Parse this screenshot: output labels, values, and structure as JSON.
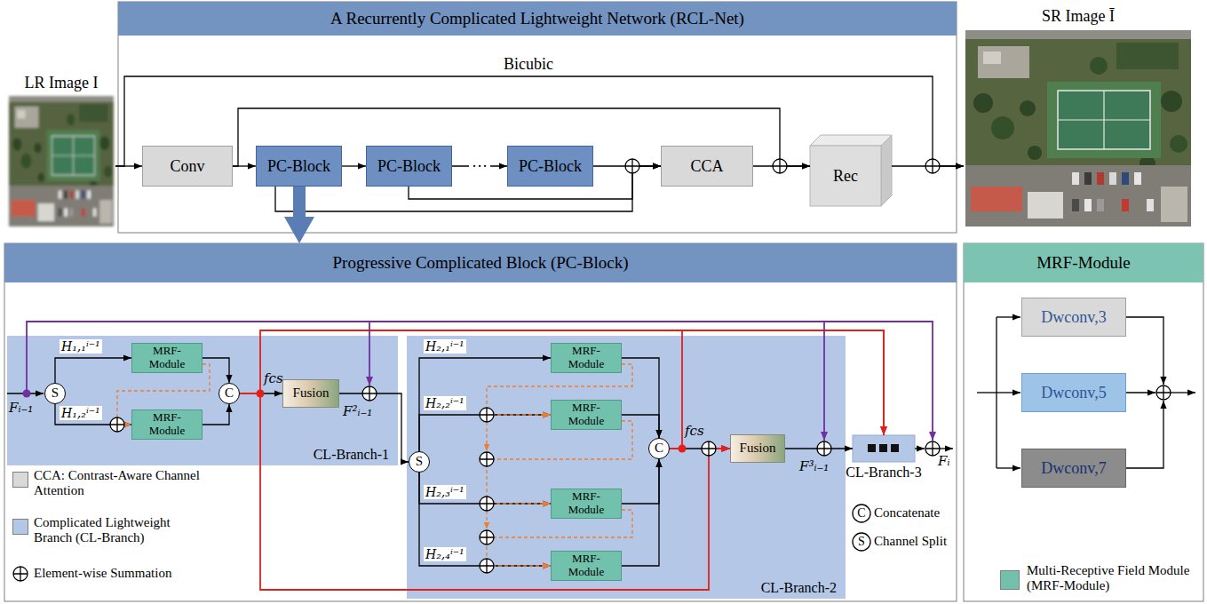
{
  "diagram": {
    "nodes": [
      {
        "text": [
          "A Recurrently Complicated Lightweight Network (RCL-Net)"
        ]
      },
      {
        "text": [
          "LR Image I"
        ]
      },
      {
        "text": [
          "Conv"
        ],
        "in": 0
      },
      {
        "text": [
          "PC-Block"
        ],
        "in": 0
      },
      {
        "text": [
          "PC-Block"
        ],
        "in": 0
      },
      {
        "text": [
          "PC-Block"
        ],
        "in": 0
      },
      {
        "text": [
          "CCA"
        ],
        "in": 0
      },
      {
        "text": [
          "Rec"
        ],
        "in": 0
      },
      {
        "text": [
          "SR Image Ī"
        ]
      },
      {
        "text": [
          "Progressive Complicated Block (PC-Block)"
        ]
      },
      {
        "text": [
          "CL-Branch-1"
        ],
        "in": 9
      },
      {
        "text": [
          "S"
        ],
        "in": 10
      },
      {
        "text": [
          "MRF-Module"
        ],
        "in": 10
      },
      {
        "text": [
          "MRF-Module"
        ],
        "in": 10
      },
      {
        "text": [
          "C"
        ],
        "in": 10
      },
      {
        "text": [
          "Fusion"
        ],
        "in": 10
      },
      {
        "text": [
          "CL-Branch-2"
        ],
        "in": 9
      },
      {
        "text": [
          "S"
        ],
        "in": 16
      },
      {
        "text": [
          "MRF-Module"
        ],
        "in": 16
      },
      {
        "text": [
          "MRF-Module"
        ],
        "in": 16
      },
      {
        "text": [
          "MRF-Module"
        ],
        "in": 16
      },
      {
        "text": [
          "MRF-Module"
        ],
        "in": 16
      },
      {
        "text": [
          "C"
        ],
        "in": 16
      },
      {
        "text": [
          "Fusion"
        ],
        "in": 16
      },
      {
        "text": [
          "CL-Branch-3"
        ],
        "in": 9
      },
      {
        "text": [
          "MRF-Module"
        ]
      },
      {
        "text": [
          "Dwconv,3"
        ],
        "in": 25
      },
      {
        "text": [
          "Dwconv,5"
        ],
        "in": 25
      },
      {
        "text": [
          "Dwconv,7"
        ],
        "in": 25
      }
    ],
    "edges": [
      {
        "from": 1,
        "to": 2,
        "arrow": "to"
      },
      {
        "from": 2,
        "to": 3,
        "arrow": "to"
      },
      {
        "from": 3,
        "to": 4,
        "arrow": "to"
      },
      {
        "from": 4,
        "to": 5,
        "arrow": "to"
      },
      {
        "from": 5,
        "to": 6,
        "arrow": "to"
      },
      {
        "from": 3,
        "to": 6,
        "arrow": "to"
      },
      {
        "from": 4,
        "to": 6,
        "arrow": "to"
      },
      {
        "from": 2,
        "to": 7,
        "arrow": "to"
      },
      {
        "from": 6,
        "to": 7,
        "arrow": "to"
      },
      {
        "from": 7,
        "to": 8,
        "arrow": "to"
      },
      {
        "from": 1,
        "to": 8,
        "arrow": "to",
        "label": "Bicubic"
      },
      {
        "from": 3,
        "to": 9,
        "arrow": "to"
      },
      {
        "from": 11,
        "to": 12,
        "arrow": "to",
        "label": "H₁,₁ⁱ⁻¹"
      },
      {
        "from": 11,
        "to": 13,
        "arrow": "to",
        "label": "H₁,₂ⁱ⁻¹"
      },
      {
        "from": 12,
        "to": 13,
        "arrow": "to"
      },
      {
        "from": 12,
        "to": 14,
        "arrow": "to"
      },
      {
        "from": 13,
        "to": 14,
        "arrow": "to"
      },
      {
        "from": 14,
        "to": 15,
        "arrow": "to"
      },
      {
        "from": 15,
        "to": 17,
        "arrow": "to"
      },
      {
        "from": 17,
        "to": 18,
        "arrow": "to",
        "label": "H₂,₁ⁱ⁻¹"
      },
      {
        "from": 17,
        "to": 19,
        "arrow": "to",
        "label": "H₂,₂ⁱ⁻¹"
      },
      {
        "from": 17,
        "to": 20,
        "arrow": "to",
        "label": "H₂,₃ⁱ⁻¹"
      },
      {
        "from": 17,
        "to": 21,
        "arrow": "to",
        "label": "H₂,₄ⁱ⁻¹"
      },
      {
        "from": 18,
        "to": 19,
        "arrow": "to"
      },
      {
        "from": 19,
        "to": 20,
        "arrow": "to"
      },
      {
        "from": 20,
        "to": 21,
        "arrow": "to"
      },
      {
        "from": 18,
        "to": 22,
        "arrow": "to"
      },
      {
        "from": 19,
        "to": 22,
        "arrow": "to"
      },
      {
        "from": 20,
        "to": 22,
        "arrow": "to"
      },
      {
        "from": 21,
        "to": 22,
        "arrow": "to"
      },
      {
        "from": 22,
        "to": 23,
        "arrow": "to"
      },
      {
        "from": 14,
        "to": 23,
        "arrow": "to"
      },
      {
        "from": 23,
        "to": 24,
        "arrow": "to"
      },
      {
        "from": 14,
        "to": 24,
        "arrow": "to"
      },
      {
        "from": 22,
        "to": 24,
        "arrow": "to"
      }
    ],
    "labels": [
      "Fᵢ₋₁",
      "fcs",
      "F²ᵢ₋₁",
      "fcs",
      "F³ᵢ₋₁",
      "Fᵢ",
      "···",
      "C",
      "S"
    ],
    "legend": [
      {
        "text": "CCA: Contrast-Aware Channel Attention",
        "color": "#d9d9d9"
      },
      {
        "text": "Complicated Lightweight Branch (CL-Branch)",
        "color": "#b4c7e7"
      },
      {
        "text": "Element-wise Summation"
      },
      {
        "text": "Concatenate"
      },
      {
        "text": "Channel Split"
      },
      {
        "text": "Multi-Receptive Field Module (MRF-Module)",
        "color": "#72c1ac"
      }
    ]
  }
}
